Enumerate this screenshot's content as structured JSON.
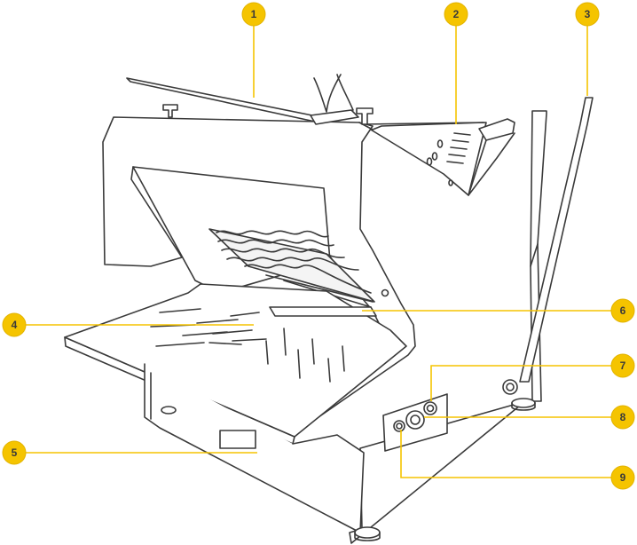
{
  "colors": {
    "callout": "#f5c400",
    "callout_stroke": "#e2b300",
    "line_art": "#3a3a3a",
    "badge_text": "#3a3a3a",
    "background": "#ffffff"
  },
  "callouts": [
    {
      "number": "1",
      "part": "top-lid"
    },
    {
      "number": "2",
      "part": "bread-feed-guide"
    },
    {
      "number": "3",
      "part": "operating-lever"
    },
    {
      "number": "4",
      "part": "slice-tray"
    },
    {
      "number": "5",
      "part": "crumb-drawer"
    },
    {
      "number": "6",
      "part": "blade-frame"
    },
    {
      "number": "7",
      "part": "control-button-upper"
    },
    {
      "number": "8",
      "part": "control-knob"
    },
    {
      "number": "9",
      "part": "control-button-lower"
    }
  ]
}
